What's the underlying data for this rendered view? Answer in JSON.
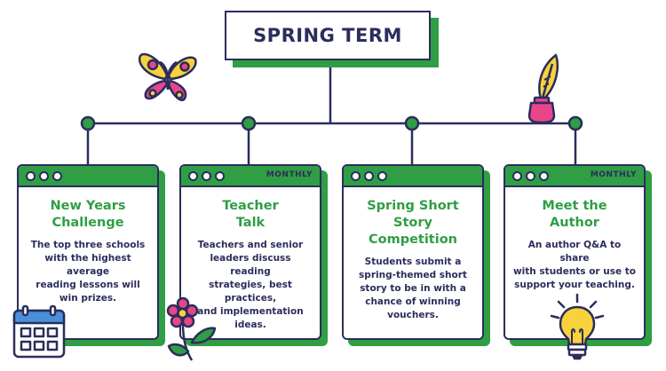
{
  "title": "SPRING TERM",
  "cards": [
    {
      "badge": "",
      "title": "New Years\nChallenge",
      "text": "The top three schools\nwith the highest average\nreading lessons will\nwin prizes."
    },
    {
      "badge": "MONTHLY",
      "title": "Teacher\nTalk",
      "text": "Teachers and senior\nleaders discuss reading\nstrategies, best practices,\nand implementation\nideas."
    },
    {
      "badge": "",
      "title": "Spring Short Story\nCompetition",
      "text": "Students submit a\nspring-themed short\nstory to be in with a\nchance of winning\nvouchers."
    },
    {
      "badge": "MONTHLY",
      "title": "Meet the\nAuthor",
      "text": "An author Q&A to share\nwith students or use to\nsupport your teaching."
    }
  ],
  "icons": [
    "butterfly-icon",
    "ink-quill-icon",
    "calendar-icon",
    "flower-icon",
    "lightbulb-icon"
  ],
  "colors": {
    "green": "#2f9e44",
    "navy": "#2b2d5c",
    "pink": "#e8458b",
    "yellow": "#f7d23c"
  }
}
